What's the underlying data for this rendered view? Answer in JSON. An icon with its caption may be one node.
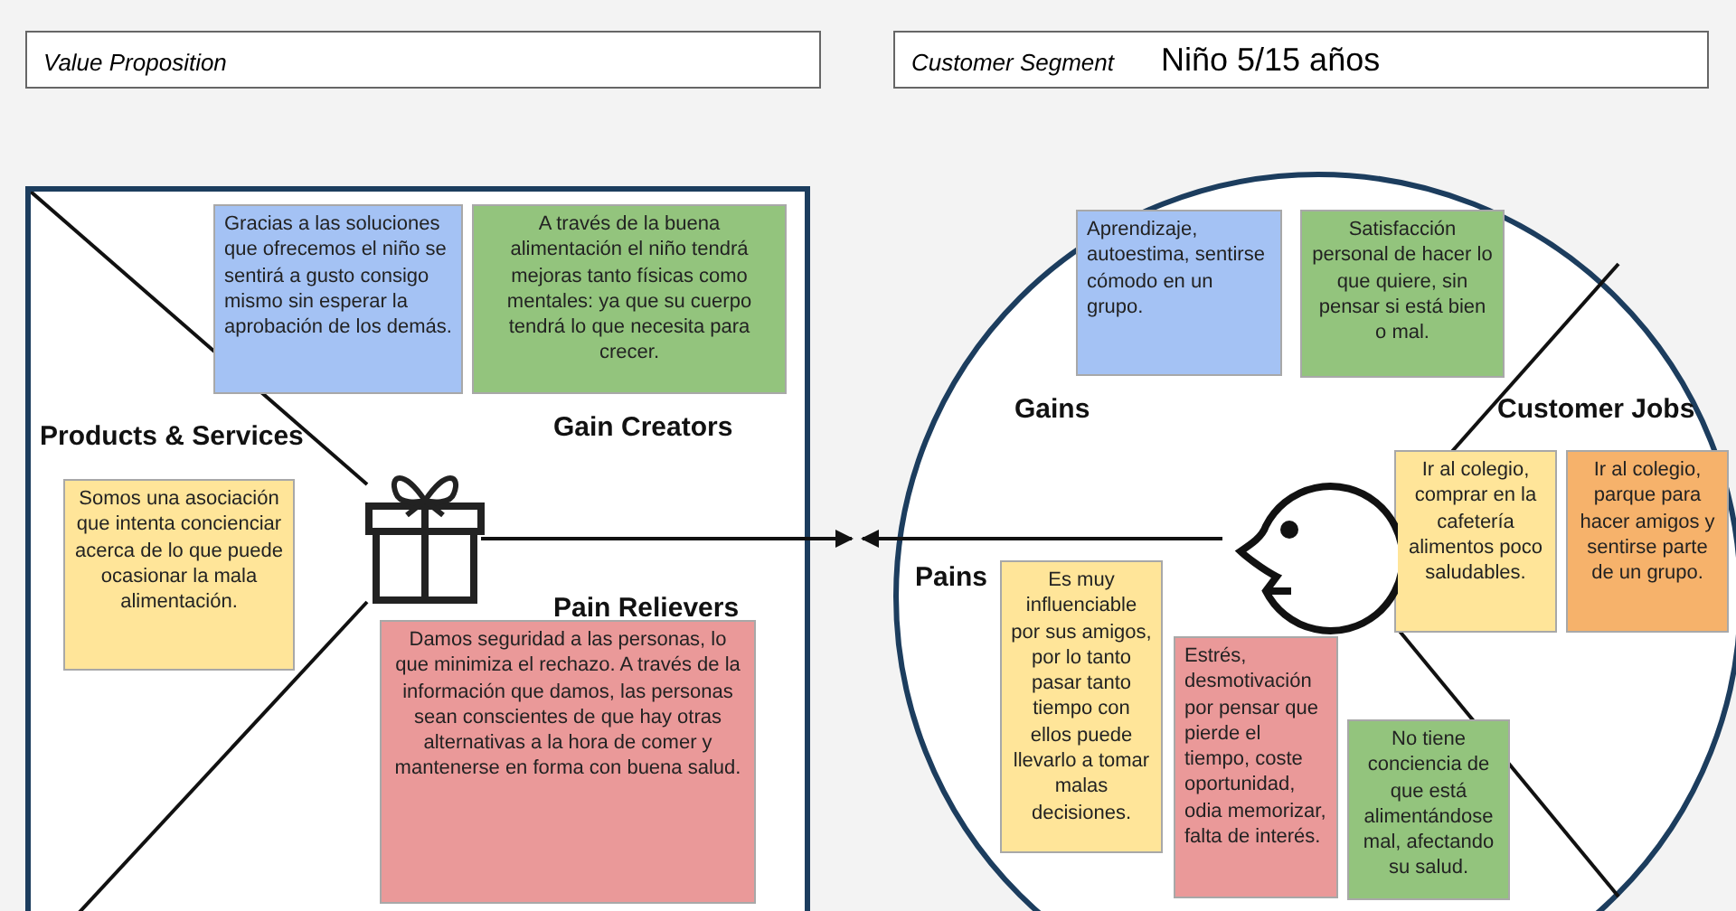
{
  "diagram": {
    "nodes": [
      {
        "text": [
          "Value Proposition"
        ]
      },
      {
        "text": [
          "Customer Segment",
          "Niño 5/15 años"
        ]
      },
      {
        "text": [],
        "shape": "box"
      },
      {
        "text": [
          "Gracias a las soluciones que ofrecemos el niño se sentirá a gusto consigo mismo sin esperar la aprobación de los demás."
        ],
        "in": 2
      },
      {
        "text": [
          "A través de la buena alimentación el niño tendrá mejoras tanto físicas como mentales: ya que su cuerpo tendrá lo que necesita para crecer."
        ],
        "in": 2
      },
      {
        "text": [
          "Somos una asociación que intenta concienciar acerca de lo que puede ocasionar la mala alimentación."
        ],
        "in": 2
      },
      {
        "text": [
          "Damos seguridad a las personas, lo que minimiza el rechazo. A través de la información que damos, las personas sean conscientes de que hay otras alternativas a la hora de comer y mantenerse en forma con buena salud."
        ],
        "in": 2
      },
      {
        "text": [],
        "shape": "picture",
        "in": 2
      },
      {
        "text": [],
        "shape": "circle"
      },
      {
        "text": [
          "Aprendizaje, autoestima, sentirse cómodo en un grupo."
        ],
        "in": 8
      },
      {
        "text": [
          "Satisfacción personal de hacer lo que quiere, sin pensar si está bien o mal."
        ],
        "in": 8
      },
      {
        "text": [
          "Ir al colegio, comprar en la cafetería alimentos poco saludables."
        ],
        "in": 8
      },
      {
        "text": [
          "Ir al colegio, parque para hacer amigos y sentirse parte de un grupo."
        ],
        "in": 8
      },
      {
        "text": [
          "Es muy influenciable por sus amigos, por lo tanto pasar tanto tiempo con ellos puede llevarlo a tomar malas decisiones."
        ],
        "in": 8
      },
      {
        "text": [
          "Estrés, desmotivación por pensar que pierde el tiempo, coste oportunidad, odia memorizar, falta de interés."
        ],
        "in": 8
      },
      {
        "text": [
          "No tiene conciencia de que está alimentándose mal, afectando su salud."
        ],
        "in": 8
      },
      {
        "text": [],
        "shape": "picture",
        "in": 8
      }
    ],
    "edges": [
      {
        "from": 7,
        "to": null,
        "arrow": "to"
      },
      {
        "from": 16,
        "to": null,
        "arrow": "to"
      }
    ],
    "labels": [
      "Products & Services",
      "Gain Creators",
      "Pain Relievers",
      "Gains",
      "Customer Jobs",
      "Pains"
    ]
  }
}
